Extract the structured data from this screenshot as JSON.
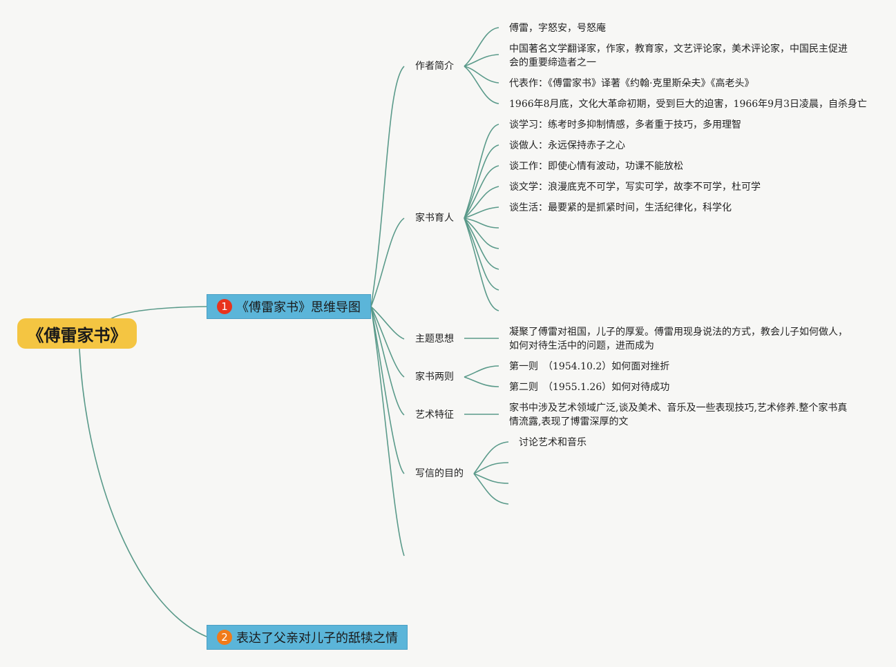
{
  "root": {
    "label": "《傅雷家书》"
  },
  "main_topics": [
    {
      "number": "1",
      "label": "《傅雷家书》思维导图",
      "badge_color": "#e8331c"
    },
    {
      "number": "2",
      "label": "表达了父亲对儿子的舐犊之情",
      "badge_color": "#f07a1a"
    }
  ],
  "subtopics": [
    {
      "label": "作者简介",
      "children": [
        "傅雷，字怒安，号怒庵",
        "中国著名文学翻译家，作家，教育家，文艺评论家，美术评论家，中国民主促进会的重要缔造者之一",
        "代表作：《傅雷家书》译著《约翰·克里斯朵夫》《高老头》",
        "1966年8月底，文化大革命初期，受到巨大的迫害，1966年9月3日凌晨，自杀身亡"
      ]
    },
    {
      "label": "家书育人",
      "children": [
        "谈学习：练考时多抑制情感，多者重于技巧，多用理智",
        "谈做人：永远保持赤子之心",
        "谈工作：即使心情有波动，功课不能放松",
        "谈文学：浪漫底克不可学，写实可学，故李不可学，杜可学",
        "谈生活：最要紧的是抓紧时间，生活纪律化，科学化"
      ]
    },
    {
      "label": "主题思想",
      "children": [
        "凝聚了傅雷对祖国，儿子的厚爱。傅雷用现身说法的方式，教会儿子如何做人，如何对待生活中的问题，进而成为"
      ]
    },
    {
      "label": "家书两则",
      "children": [
        "第一则　（1954.10.2）如何面对挫折",
        "第二则　（1955.1.26）如何对待成功"
      ]
    },
    {
      "label": "艺术特征",
      "children": [
        "家书中涉及艺术领域广泛,谈及美术、音乐及一些表现技巧,艺术修养.整个家书真情流露,表现了博雷深厚的文"
      ]
    },
    {
      "label": "写信的目的",
      "children": [
        "讨论艺术和音乐"
      ]
    }
  ],
  "colors": {
    "connector": "#5a9a8a",
    "root_fill": "#f4c542",
    "main_fill": "#5bb5d9",
    "background": "#f7f7f5"
  }
}
